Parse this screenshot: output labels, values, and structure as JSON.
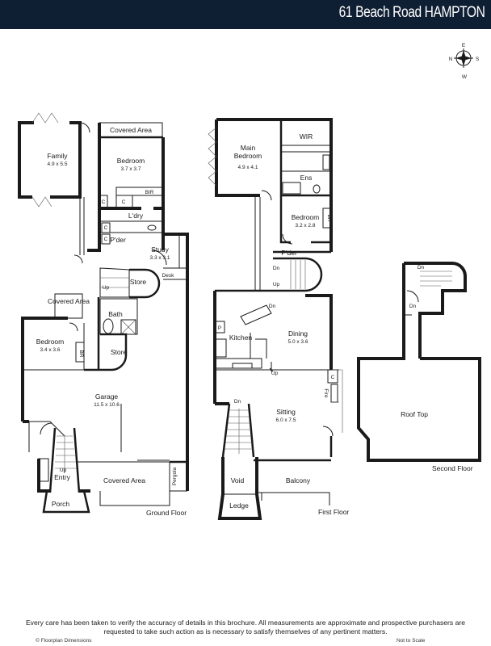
{
  "header": {
    "title": "61 Beach Road HAMPTON"
  },
  "compass": {
    "n": "N",
    "s": "S",
    "e": "E",
    "w": "W"
  },
  "ground_floor": {
    "label": "Ground Floor",
    "family": {
      "name": "Family",
      "dims": "4.9 x 5.5"
    },
    "covered_top": "Covered Area",
    "bedroom1": {
      "name": "Bedroom",
      "dims": "3.7 x 3.7"
    },
    "bir": "BIR",
    "c1": "C",
    "c2": "C",
    "c3": "C",
    "c4": "C",
    "ldry": "L'dry",
    "pder": "P'der",
    "study": {
      "name": "Study",
      "dims": "3.3 x 3.1"
    },
    "desk": "Desk",
    "store1": "Store",
    "up": "Up",
    "covered_left": "Covered Area",
    "bath": "Bath",
    "bedroom2": {
      "name": "Bedroom",
      "dims": "3.4 x 3.6"
    },
    "br": "BR",
    "store2": "Store",
    "garage": {
      "name": "Garage",
      "dims": "11.5 x 10.6"
    },
    "up2": "Up",
    "entry": "Entry",
    "covered_bottom": "Covered Area",
    "pergola": "Pergola",
    "porch": "Porch"
  },
  "first_floor": {
    "label": "First Floor",
    "main_bedroom": {
      "name": "Main Bedroom",
      "dims": "4.9 x 4.1"
    },
    "wir": "WIR",
    "ens": "Ens",
    "bedroom": {
      "name": "Bedroom",
      "dims": "3.2 x 2.8"
    },
    "br": "BR",
    "pder": "P'der",
    "dn1": "Dn",
    "up1": "Up",
    "dn2": "Dn",
    "p": "P",
    "kitchen": "Kitchen",
    "dining": {
      "name": "Dining",
      "dims": "5.0 x 3.6"
    },
    "up2": "Up",
    "c": "C",
    "fire": "Fire",
    "dn3": "Dn",
    "sitting": {
      "name": "Sitting",
      "dims": "6.0 x 7.5"
    },
    "void": "Void",
    "balcony": "Balcony",
    "ledge": "Ledge"
  },
  "second_floor": {
    "label": "Second Floor",
    "dn1": "Dn",
    "dn2": "Dn",
    "roof_top": "Roof Top"
  },
  "footer": {
    "disclaimer": "Every care has been taken to verify the accuracy of details in this brochure. All measurements are approximate and prospective purchasers are requested to take such action as is necessary to satisfy themselves of any pertinent matters.",
    "credit": "© Floorplan Dimensions",
    "scale_note": "Not to Scale"
  }
}
